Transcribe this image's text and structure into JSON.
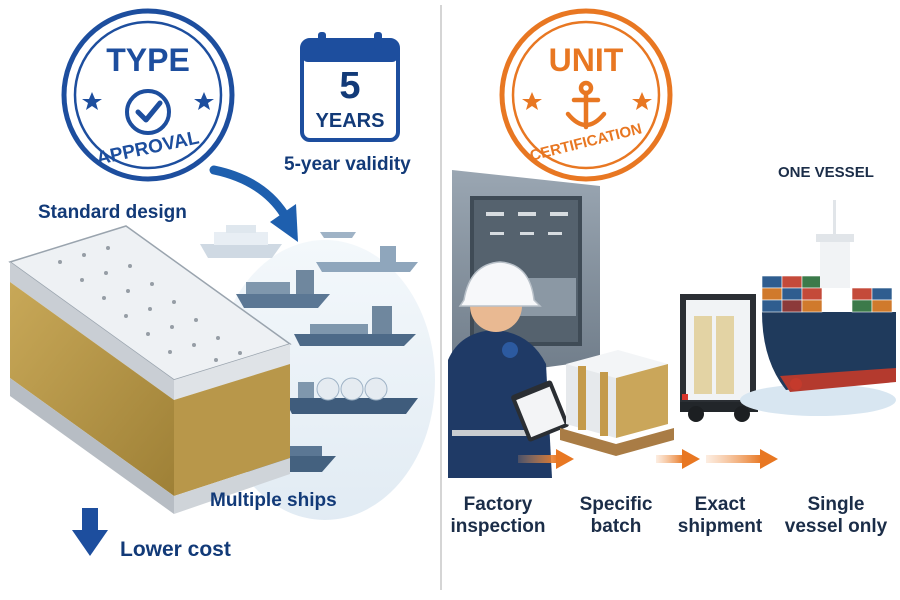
{
  "type_approval": {
    "stamp_line1": "TYPE",
    "stamp_line2": "APPROVAL",
    "stamp_icon": "check-icon",
    "calendar_number": "5",
    "calendar_label": "YEARS",
    "validity": "5-year validity",
    "design": "Standard design",
    "ships": "Multiple ships",
    "cost": "Lower cost",
    "cost_icon": "arrow-down-icon"
  },
  "unit_certification": {
    "stamp_line1": "UNIT",
    "stamp_line2": "CERTIFICATION",
    "stamp_icon": "anchor-icon",
    "vessel": "ONE VESSEL",
    "steps": [
      {
        "line1": "Factory",
        "line2": "inspection"
      },
      {
        "line1": "Specific",
        "line2": "batch"
      },
      {
        "line1": "Exact",
        "line2": "shipment"
      },
      {
        "line1": "Single",
        "line2": "vessel only"
      }
    ]
  },
  "colors": {
    "type_blue": "#1d4e9e",
    "unit_orange": "#e87722",
    "text_navy": "#123a78"
  }
}
